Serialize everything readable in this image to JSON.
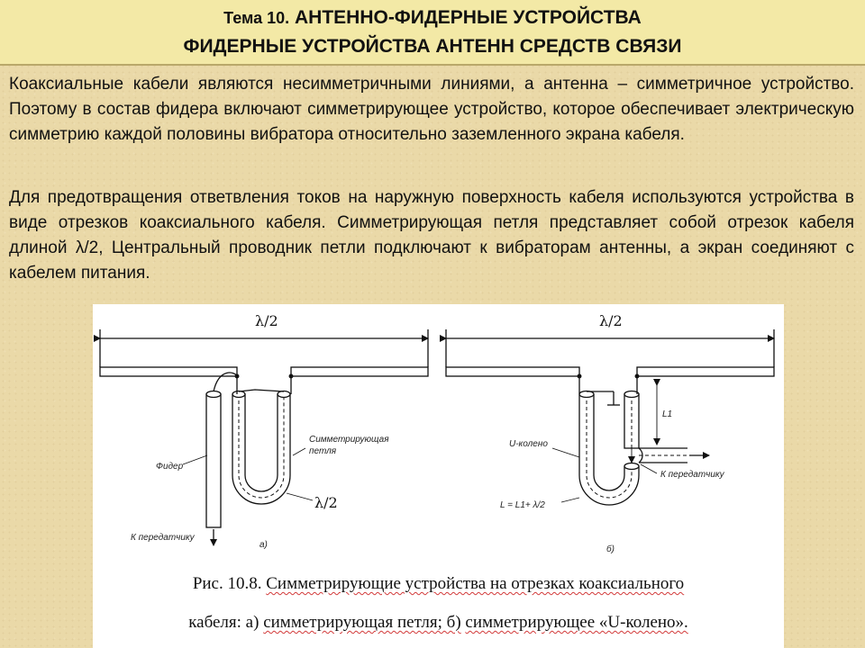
{
  "header": {
    "topic_prefix": "Тема 10.",
    "title": "АНТЕННО-ФИДЕРНЫЕ УСТРОЙСТВА",
    "subtitle": "ФИДЕРНЫЕ УСТРОЙСТВА АНТЕНН СРЕДСТВ СВЯЗИ"
  },
  "body": {
    "paragraph1": "Коаксиальные кабели являются несимметричными линиями, а антенна – симметричное устройство. Поэтому в состав фидера включают симметрирующее устройство, которое обеспечивает электрическую симметрию каждой половины вибратора относительно заземленного экрана кабеля.",
    "paragraph2": "Для предотвращения ответвления токов на наружную поверхность кабеля используются устройства в виде отрезков коаксиального кабеля. Симметрирующая петля представляет собой отрезок кабеля длиной λ/2, Центральный проводник петли подключают к вибраторам антенны, а экран соединяют с кабелем питания."
  },
  "figure": {
    "left": {
      "dimension": "λ/2",
      "label_loop": "Симметрирующая петля",
      "label_loop_line1": "Симметрирующая",
      "label_loop_line2": "петля",
      "label_feeder": "Фидер",
      "label_tx": "К передатчику",
      "loop_length": "λ/2",
      "sublabel": "а)"
    },
    "right": {
      "dimension": "λ/2",
      "label_l1": "L1",
      "label_u": "U-колено",
      "label_tx": "К передатчику",
      "formula": "L = L1+ λ/2",
      "sublabel": "б)"
    },
    "caption": {
      "line1_prefix": "Рис. 10.8.",
      "line1_rest": "Симметрирующие устройства на отрезках коаксиального",
      "line2_part1": "кабеля: а)",
      "line2_part2": "симметрирующая петля; б)",
      "line2_part3": "симметрирующее «U-колено»."
    }
  }
}
